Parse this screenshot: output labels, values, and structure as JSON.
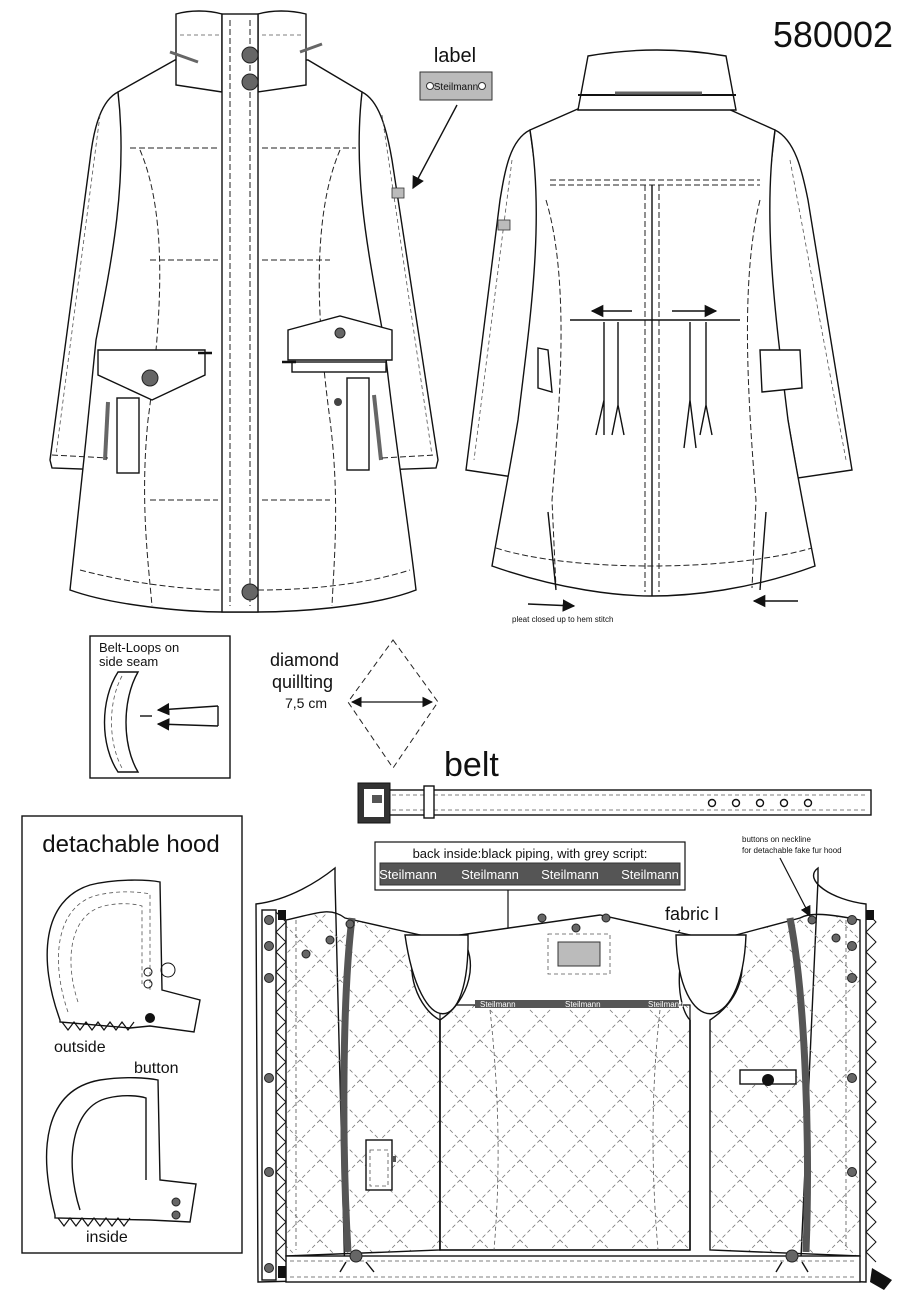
{
  "style_number": "580002",
  "label": {
    "caption": "label",
    "brand_text": "Steilmann"
  },
  "back_note": "pleat closed up to hem stitch",
  "belt_loops": {
    "title_line1": "Belt-Loops on",
    "title_line2": "side seam"
  },
  "quilting": {
    "line1": "diamond",
    "line2": "quillting",
    "size": "7,5 cm"
  },
  "belt": {
    "title": "belt"
  },
  "hood": {
    "title": "detachable hood",
    "outside": "outside",
    "button": "button",
    "inside": "inside"
  },
  "lining": {
    "piping_title": "back inside:black piping, with grey script:",
    "script_repeats": [
      "Steilmann",
      "Steilmann",
      "Steilmann",
      "Steilmann"
    ],
    "piping_repeats": [
      "Steilmann",
      "Steilmann",
      "Steilmann"
    ],
    "fabric_label": "fabric I",
    "neckline_note_line1": "buttons on neckline",
    "neckline_note_line2": "for detachable fake fur hood"
  },
  "colors": {
    "line": "#111111",
    "button_fill": "#666666",
    "script_band": "#555555",
    "label_fill": "#bbbbbb"
  }
}
